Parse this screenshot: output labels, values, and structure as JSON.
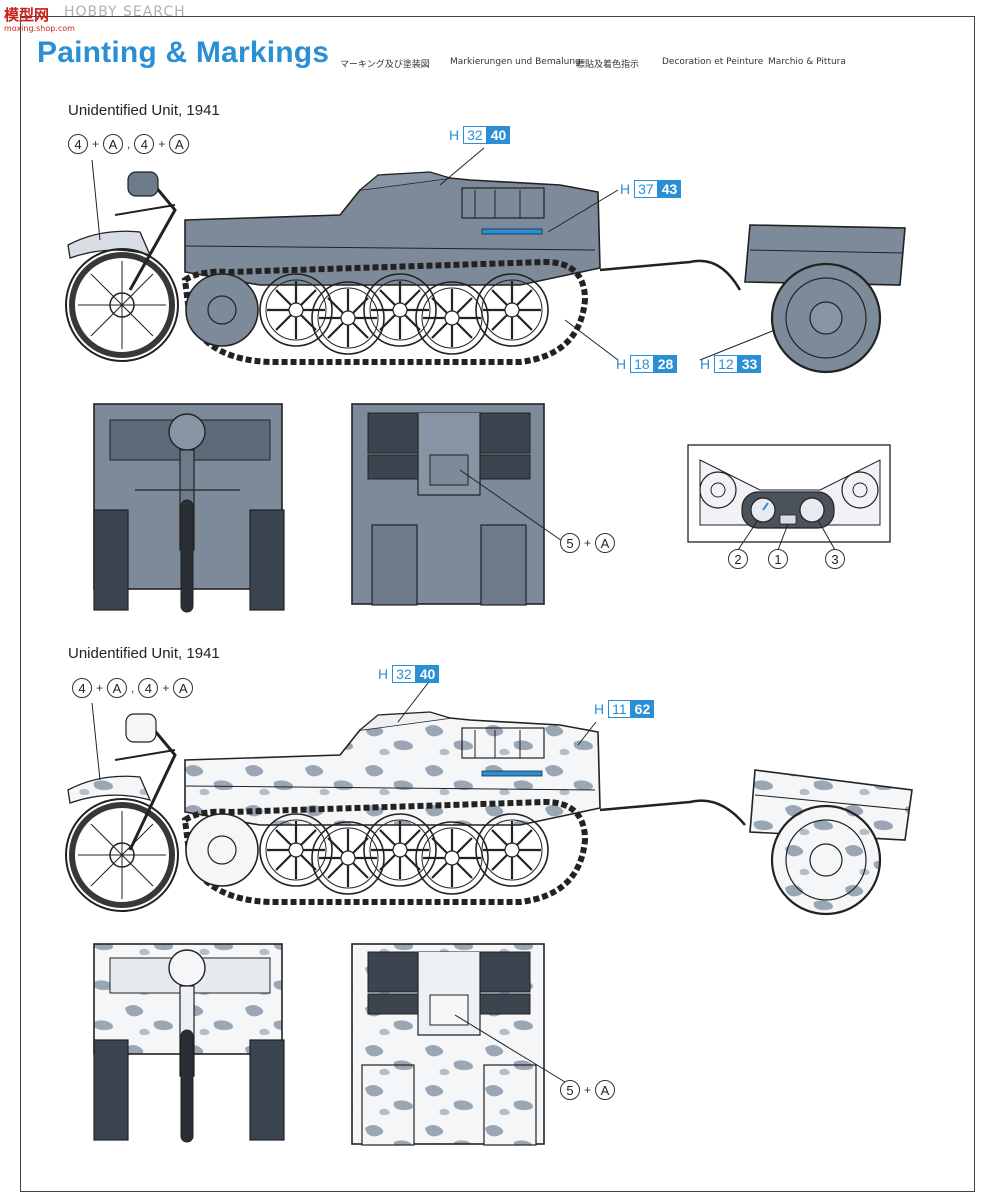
{
  "watermark": {
    "logo": "模型网",
    "sub": "moxing.shop.com",
    "text": "HOBBY SEARCH"
  },
  "header": {
    "title": "Painting & Markings",
    "languages": [
      "マーキング及び塗装図",
      "Markierungen und Bemalung",
      "標貼及着色指示",
      "Decoration et Peinture",
      "Marchio & Pittura"
    ]
  },
  "scheme1": {
    "unit": "Unidentified Unit, 1941",
    "decal_callout": {
      "a": "4",
      "b": "A",
      "c": "4",
      "d": "A"
    },
    "paints": [
      {
        "prefix": "H",
        "code": "32",
        "alt": "40"
      },
      {
        "prefix": "H",
        "code": "37",
        "alt": "43"
      },
      {
        "prefix": "H",
        "code": "18",
        "alt": "28"
      },
      {
        "prefix": "H",
        "code": "12",
        "alt": "33"
      }
    ],
    "rear_callout": {
      "num": "5",
      "letter": "A"
    }
  },
  "instrument_panel": {
    "labels": [
      "2",
      "1",
      "3"
    ]
  },
  "scheme2": {
    "unit": "Unidentified Unit, 1941",
    "decal_callout": {
      "a": "4",
      "b": "A",
      "c": "4",
      "d": "A"
    },
    "paints": [
      {
        "prefix": "H",
        "code": "32",
        "alt": "40"
      },
      {
        "prefix": "H",
        "code": "11",
        "alt": "62"
      }
    ],
    "rear_callout": {
      "num": "5",
      "letter": "A"
    }
  },
  "colors": {
    "accent": "#2b8fd6",
    "grey_scheme": "#7d8a9a",
    "white_scheme": "#f4f6f8",
    "camo_blotch": "#9aa6b4",
    "line": "#222222"
  }
}
